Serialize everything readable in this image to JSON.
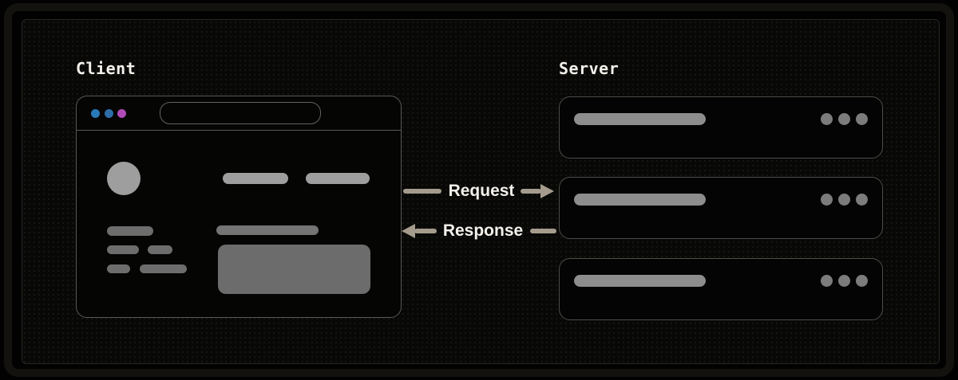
{
  "diagram": {
    "client": {
      "label": "Client",
      "window": {
        "traffic_dot_colors": [
          "#2a79b9",
          "#2e6da6",
          "#af4cb7"
        ]
      }
    },
    "server": {
      "label": "Server",
      "box_count": 3
    },
    "flows": {
      "request": {
        "label": "Request",
        "direction": "right"
      },
      "response": {
        "label": "Response",
        "direction": "left"
      }
    }
  },
  "colors": {
    "arrow": "#a59c8d",
    "label_text": "#f4f1eb",
    "placeholder_light": "#9e9e9e",
    "placeholder_dark": "#6d6d6d",
    "server_pill": "#8d8d8d",
    "server_dot": "#7c7c7c"
  }
}
